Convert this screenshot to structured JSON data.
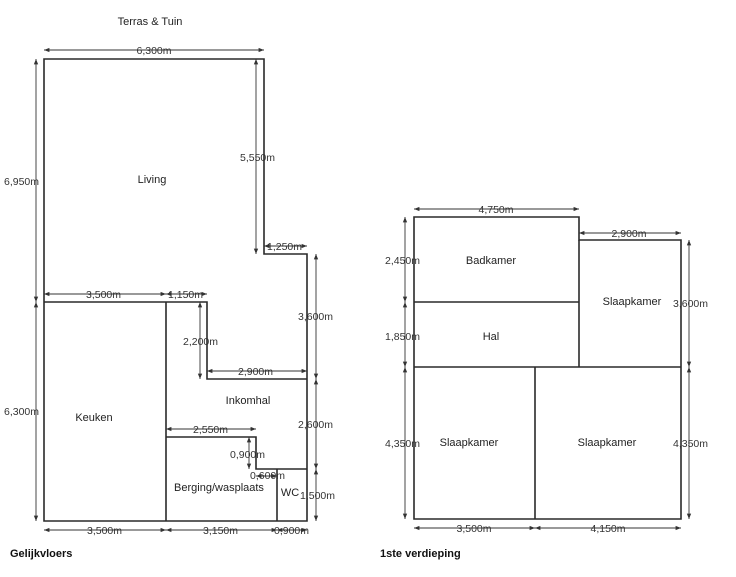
{
  "ground_floor": {
    "caption": "Gelijkvloers",
    "outside_label": "Terras & Tuin",
    "rooms": {
      "living": "Living",
      "keuken": "Keuken",
      "inkomhal": "Inkomhal",
      "berging": "Berging/wasplaats",
      "wc": "WC"
    },
    "dims": {
      "top_width": "6,300m",
      "left_upper": "6,950m",
      "living_inner": "5,550m",
      "step_250": "1,250m",
      "right_upper": "3,600m",
      "keuken_width": "3,500m",
      "step_150": "1,150m",
      "v_2200": "2,200m",
      "h_2900": "2,900m",
      "left_lower": "6,300m",
      "right_2600": "2,600m",
      "h_2550": "2,550m",
      "v_0900": "0,900m",
      "h_0600": "0,600m",
      "right_1500": "1,500m",
      "bottom_3500": "3,500m",
      "bottom_3150": "3,150m",
      "bottom_0900": "0,900m"
    }
  },
  "first_floor": {
    "caption": "1ste verdieping",
    "rooms": {
      "badkamer": "Badkamer",
      "hal": "Hal",
      "slaap_right_top": "Slaapkamer",
      "slaap_bottom_left": "Slaapkamer",
      "slaap_bottom_right": "Slaapkamer"
    },
    "dims": {
      "top_4750": "4,750m",
      "top_2900": "2,900m",
      "left_2450": "2,450m",
      "left_1850": "1,850m",
      "right_3600": "3,600m",
      "left_4350": "4,350m",
      "right_4350": "4,350m",
      "bottom_3500": "3,500m",
      "bottom_4150": "4,150m"
    }
  }
}
